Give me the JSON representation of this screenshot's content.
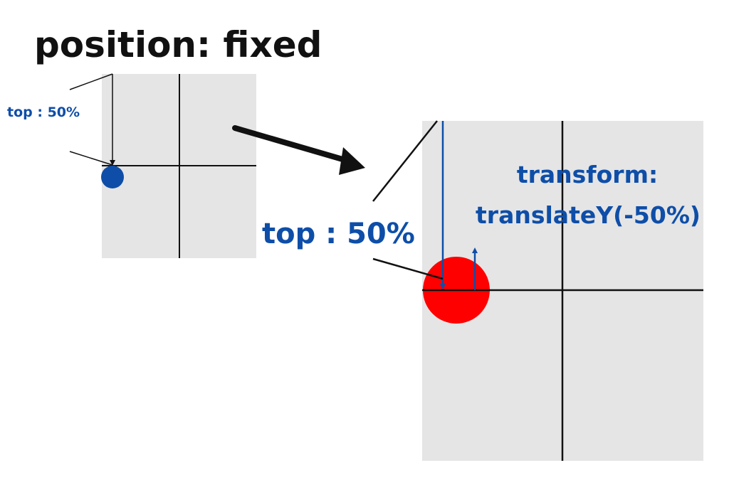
{
  "title": "position: fixed",
  "small_panel": {
    "top_label": "top : 50%"
  },
  "large_panel": {
    "top_label": "top : 50%",
    "transform_label_line1": "transform:",
    "transform_label_line2": "translateY(-50%)"
  },
  "colors": {
    "accent_blue": "#0e4ea8",
    "dot_blue": "#0e4ea8",
    "circle_red": "#ff0000",
    "panel_gray": "#e5e5e5",
    "line_black": "#111111"
  }
}
